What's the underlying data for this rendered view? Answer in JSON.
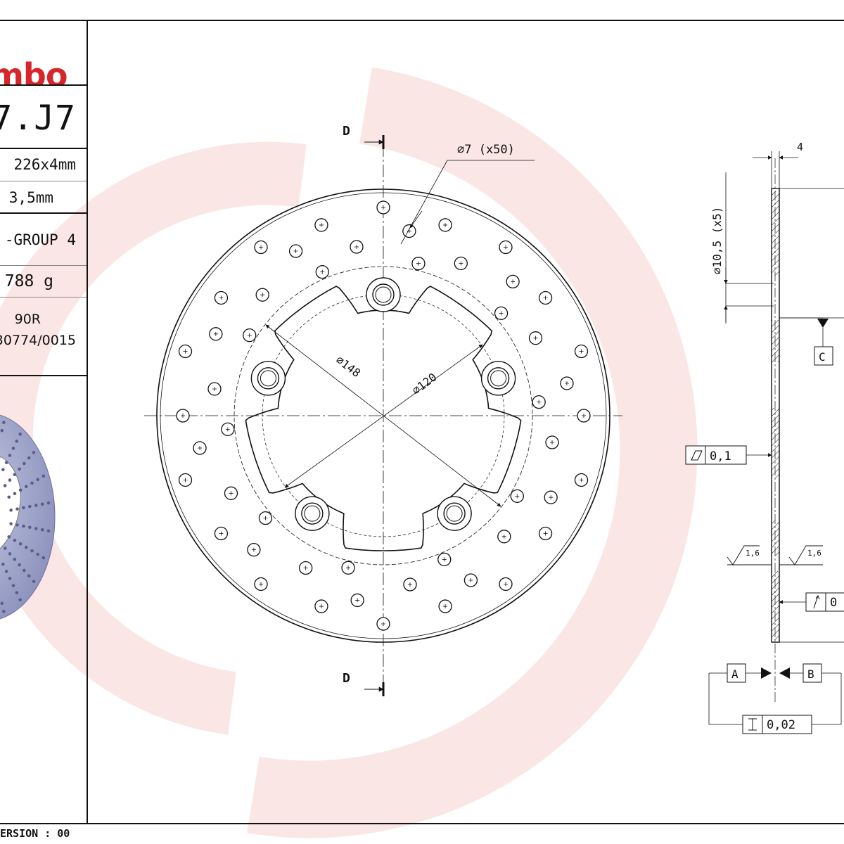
{
  "brand": {
    "logo_text": "mbo",
    "logo_color": "#d6252b"
  },
  "title_block": {
    "code": "7.J7",
    "dimensions": "226x4mm",
    "min_thickness": "3,5mm",
    "group": "-GROUP 4",
    "weight": "788 g",
    "homologation_1": "90R",
    "homologation_2": "30774/0015"
  },
  "footer": {
    "version": "ERSION : 00"
  },
  "annotations": {
    "section_label_top": "D",
    "section_label_bottom": "D",
    "holes_callout": "⌀7 (x50)",
    "dia_148": "⌀148",
    "dia_120": "⌀120",
    "thickness": "4",
    "mount_holes": "⌀10,5 (x5)",
    "datum_c": "C",
    "datum_a": "A",
    "datum_b": "B",
    "flatness": "0,1",
    "roughness_left": "1,6",
    "roughness_right": "1,6",
    "runout": "0",
    "parallelism": "0,02"
  },
  "colors": {
    "line": "#111111",
    "watermark": "#e23a3a"
  }
}
